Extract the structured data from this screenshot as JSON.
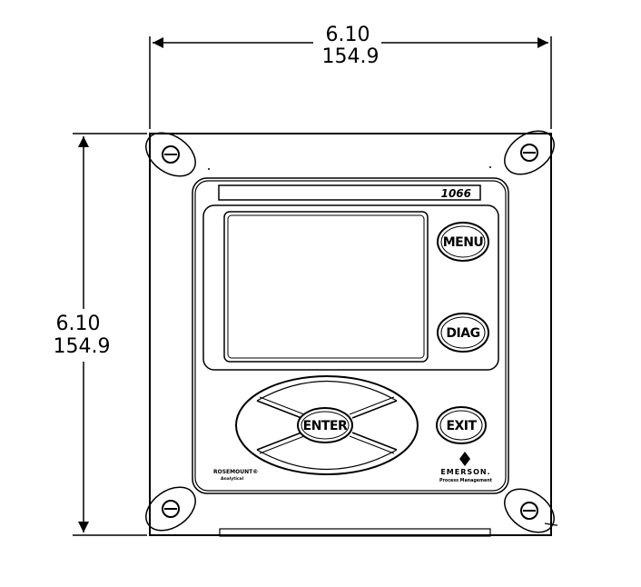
{
  "dimensions": {
    "width": {
      "inches": "6.10",
      "mm": "154.9"
    },
    "height": {
      "inches": "6.10",
      "mm": "154.9"
    }
  },
  "device": {
    "model": "1066",
    "buttons": {
      "menu": "MENU",
      "diag": "DIAG",
      "enter": "ENTER",
      "exit": "EXIT"
    },
    "brand": {
      "left_top": "ROSEMOUNT®",
      "left_bottom": "Analytical",
      "right_top": "EMERSON.",
      "right_bottom": "Process Management"
    }
  }
}
